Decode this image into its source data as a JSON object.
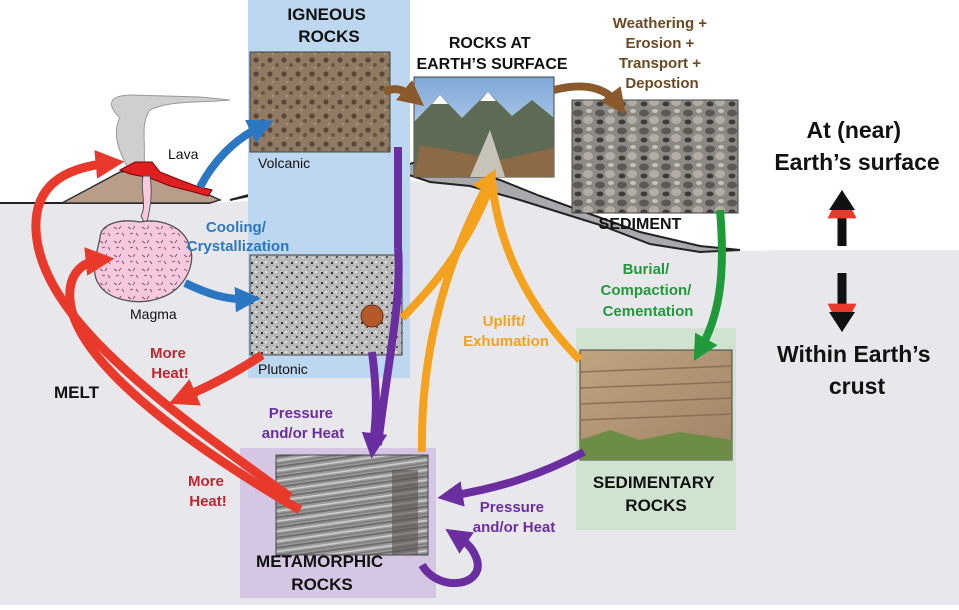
{
  "colors": {
    "red": "#e8392b",
    "blue": "#2b77c3",
    "purple": "#6a2ea1",
    "orange": "#f4a21e",
    "brown": "#8a5a2b",
    "green": "#1f9a3a",
    "crust": "#e8e8ec",
    "igneous_box": "#bcd7ef",
    "metamorphic_box": "#d5c7e3",
    "sedimentary_box": "#cfe3d0"
  },
  "labels": {
    "igneous_rocks": [
      "IGNEOUS",
      "ROCKS"
    ],
    "rocks_surface": [
      "ROCKS AT",
      "EARTH’S SURFACE"
    ],
    "weathering": [
      "Weathering +",
      "Erosion +",
      "Transport +",
      "Depostion"
    ],
    "sediment": "SEDIMENT",
    "at_surface": [
      "At (near)",
      "Earth’s surface"
    ],
    "within_crust": [
      "Within Earth’s",
      "crust"
    ],
    "lava": "Lava",
    "volcanic": "Volcanic",
    "cooling": [
      "Cooling/",
      "Crystallization"
    ],
    "magma": "Magma",
    "plutonic": "Plutonic",
    "more_heat_1": [
      "More",
      "Heat!"
    ],
    "melt": "MELT",
    "pressure_heat_1": [
      "Pressure",
      "and/or Heat"
    ],
    "more_heat_2": [
      "More",
      "Heat!"
    ],
    "uplift": [
      "Uplift/",
      "Exhumation"
    ],
    "burial": [
      "Burial/",
      "Compaction/",
      "Cementation"
    ],
    "sedimentary_rocks": [
      "SEDIMENTARY",
      "ROCKS"
    ],
    "pressure_heat_2": [
      "Pressure",
      "and/or Heat"
    ],
    "metamorphic_rocks": [
      "METAMORPHIC",
      "ROCKS"
    ]
  }
}
